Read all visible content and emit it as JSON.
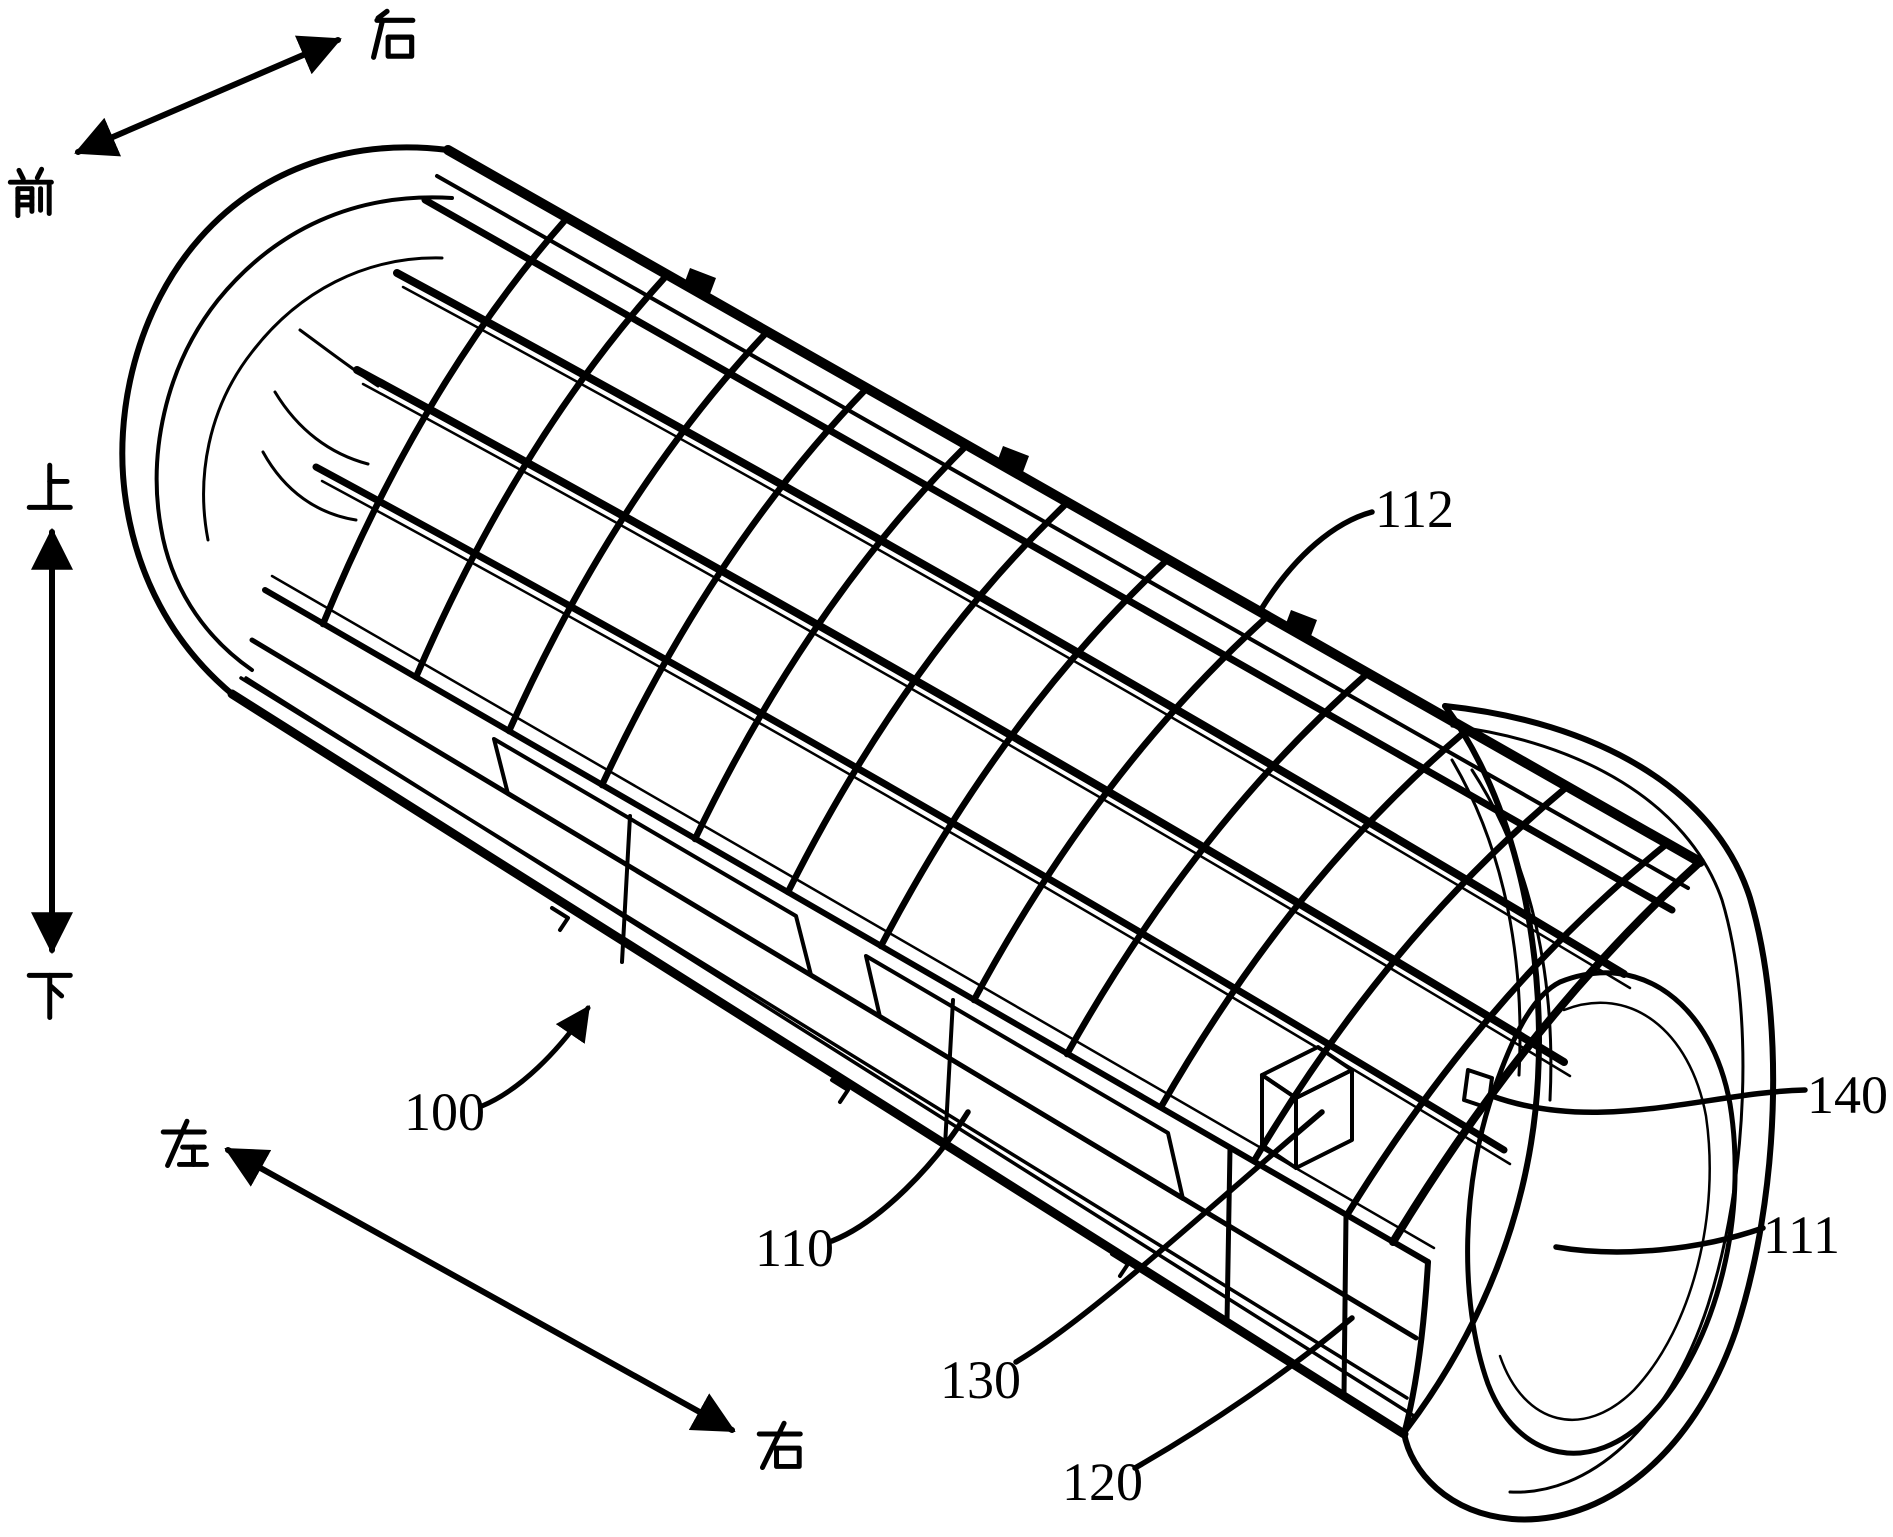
{
  "page": {
    "background": "#ffffff",
    "ink": "#000000"
  },
  "direction_labels": {
    "front": "前",
    "rear": "后",
    "up": "上",
    "down": "下",
    "left": "左",
    "right": "右"
  },
  "reference_labels": {
    "r100": "100",
    "r110": "110",
    "r111": "111",
    "r112": "112",
    "r120": "120",
    "r130": "130",
    "r140": "140"
  }
}
